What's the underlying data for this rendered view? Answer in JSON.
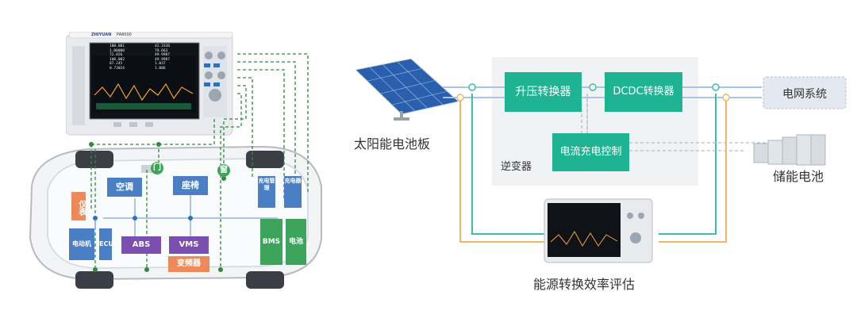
{
  "left": {
    "instrument": {
      "brand": "ZHIYUAN",
      "model": "PA8000",
      "readings": [
        "100.001",
        "1.00000",
        "72.826",
        "100.002",
        "87.245",
        "0.73024"
      ],
      "readings2": [
        "42.3338",
        "79.663",
        "49.9987",
        "49.9987",
        "1.037",
        "1.006"
      ]
    },
    "car": {
      "labels": {
        "door": "门",
        "window": "窗",
        "ac": "空调",
        "seat": "座椅",
        "meter": "仪表",
        "motor": "电动机",
        "ecu": "ECU",
        "abs": "ABS",
        "vms": "VMS",
        "inverter": "变频器",
        "charge_mgmt": "充电管理",
        "charger": "充电器",
        "bms": "BMS",
        "battery": "电池"
      }
    }
  },
  "right": {
    "solar_label": "太阳能电池板",
    "boost": "升压转换器",
    "dcdc": "DCDC转换器",
    "charge_ctrl": "电流充电控制",
    "inverter_label": "逆变器",
    "grid": "电网系统",
    "storage": "储能电池",
    "eval": "能源转换效率评估"
  },
  "colors": {
    "teal": "#1db393",
    "blue_line": "#a9c4e4",
    "orange_line": "#f2b56b",
    "teal_line": "#39c0a4",
    "dashed_green": "#2e8b3e",
    "gray_dash": "#b8bcc4"
  }
}
